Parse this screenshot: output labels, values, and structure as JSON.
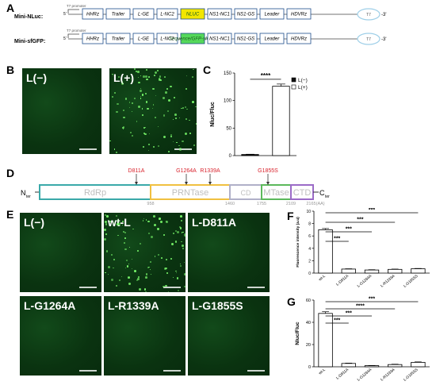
{
  "panels": {
    "A": "A",
    "B": "B",
    "C": "C",
    "D": "D",
    "E": "E",
    "F": "F",
    "G": "G"
  },
  "construct": {
    "row_labels": [
      "Mini-NLuc:",
      "Mini-sfGFP:"
    ],
    "promoter": "T7 promoter",
    "prefix": "5'",
    "suffix": "-3'",
    "terminator": "T7",
    "segments": [
      "HHRz",
      "Trailer",
      "L-GE",
      "L-NC2",
      "",
      "NS1-NC1",
      "NS1-GS",
      "Leader",
      "HDVRz"
    ],
    "reporters": [
      "NLUC",
      "Sequence/GFP-sfGFP"
    ],
    "colors": {
      "nluc": "#f2e600",
      "gfp": "#55d85a",
      "box": "#1f4e8c",
      "term": "#9ecfe8"
    }
  },
  "panel_b": {
    "labels": [
      "L(−)",
      "L(+)"
    ]
  },
  "chart_data": [
    {
      "type": "bar",
      "panel": "C",
      "ylabel": "Nluc/Fluc",
      "categories": [
        "L(−)",
        "L(+)"
      ],
      "values": [
        2,
        126
      ],
      "errors": [
        0.5,
        4
      ],
      "ylim": [
        0,
        150
      ],
      "yticks": [
        0,
        50,
        100,
        150
      ],
      "legend": [
        "L(−)",
        "L(+)"
      ],
      "legend_position": "top-right",
      "significance": [
        "****"
      ]
    },
    {
      "type": "bar",
      "panel": "F",
      "ylabel": "Fluorescence intensity (a.u)",
      "categories": [
        "wt-L",
        "L-D811A",
        "L-G1264A",
        "L-R1339A",
        "L-G1855S"
      ],
      "values": [
        7.0,
        0.65,
        0.5,
        0.6,
        0.7
      ],
      "errors": [
        0.2,
        0.05,
        0.05,
        0.05,
        0.05
      ],
      "ylim": [
        0,
        10
      ],
      "yticks": [
        0,
        2,
        4,
        6,
        8,
        10
      ],
      "significance": [
        "***",
        "***",
        "***",
        "***"
      ]
    },
    {
      "type": "bar",
      "panel": "G",
      "ylabel": "Nluc/Fluc",
      "categories": [
        "wt-L",
        "L-D811A",
        "L-G1264A",
        "L-R1339A",
        "L-G1855S"
      ],
      "values": [
        48,
        3,
        1,
        2,
        4
      ],
      "errors": [
        1.5,
        0.3,
        0.2,
        0.3,
        0.4
      ],
      "ylim": [
        0,
        60
      ],
      "yticks": [
        0,
        20,
        40,
        60
      ],
      "significance": [
        "***",
        "****",
        "***",
        "***"
      ]
    }
  ],
  "domain_map": {
    "n_term": "N",
    "n_sub": "ter",
    "c_term": "C",
    "c_sub": "ter",
    "domains": [
      "RdRp",
      "PRNTase",
      "CD",
      "MTase",
      "CTD"
    ],
    "positions": [
      "958",
      "1460",
      "1755",
      "2109",
      "2165(AA)"
    ],
    "mutations": [
      "D811A",
      "G1264A",
      "R1339A",
      "G1855S"
    ],
    "colors": {
      "rdrp": "#3aa9a9",
      "prn": "#f0c040",
      "cd": "#b0b0c8",
      "mt": "#5cb85c",
      "ctd": "#9b6bc7",
      "mut": "#d9232d"
    }
  },
  "panel_e": {
    "labels": [
      "L(−)",
      "wt-L",
      "L-D811A",
      "L-G1264A",
      "L-R1339A",
      "L-G1855S"
    ]
  }
}
